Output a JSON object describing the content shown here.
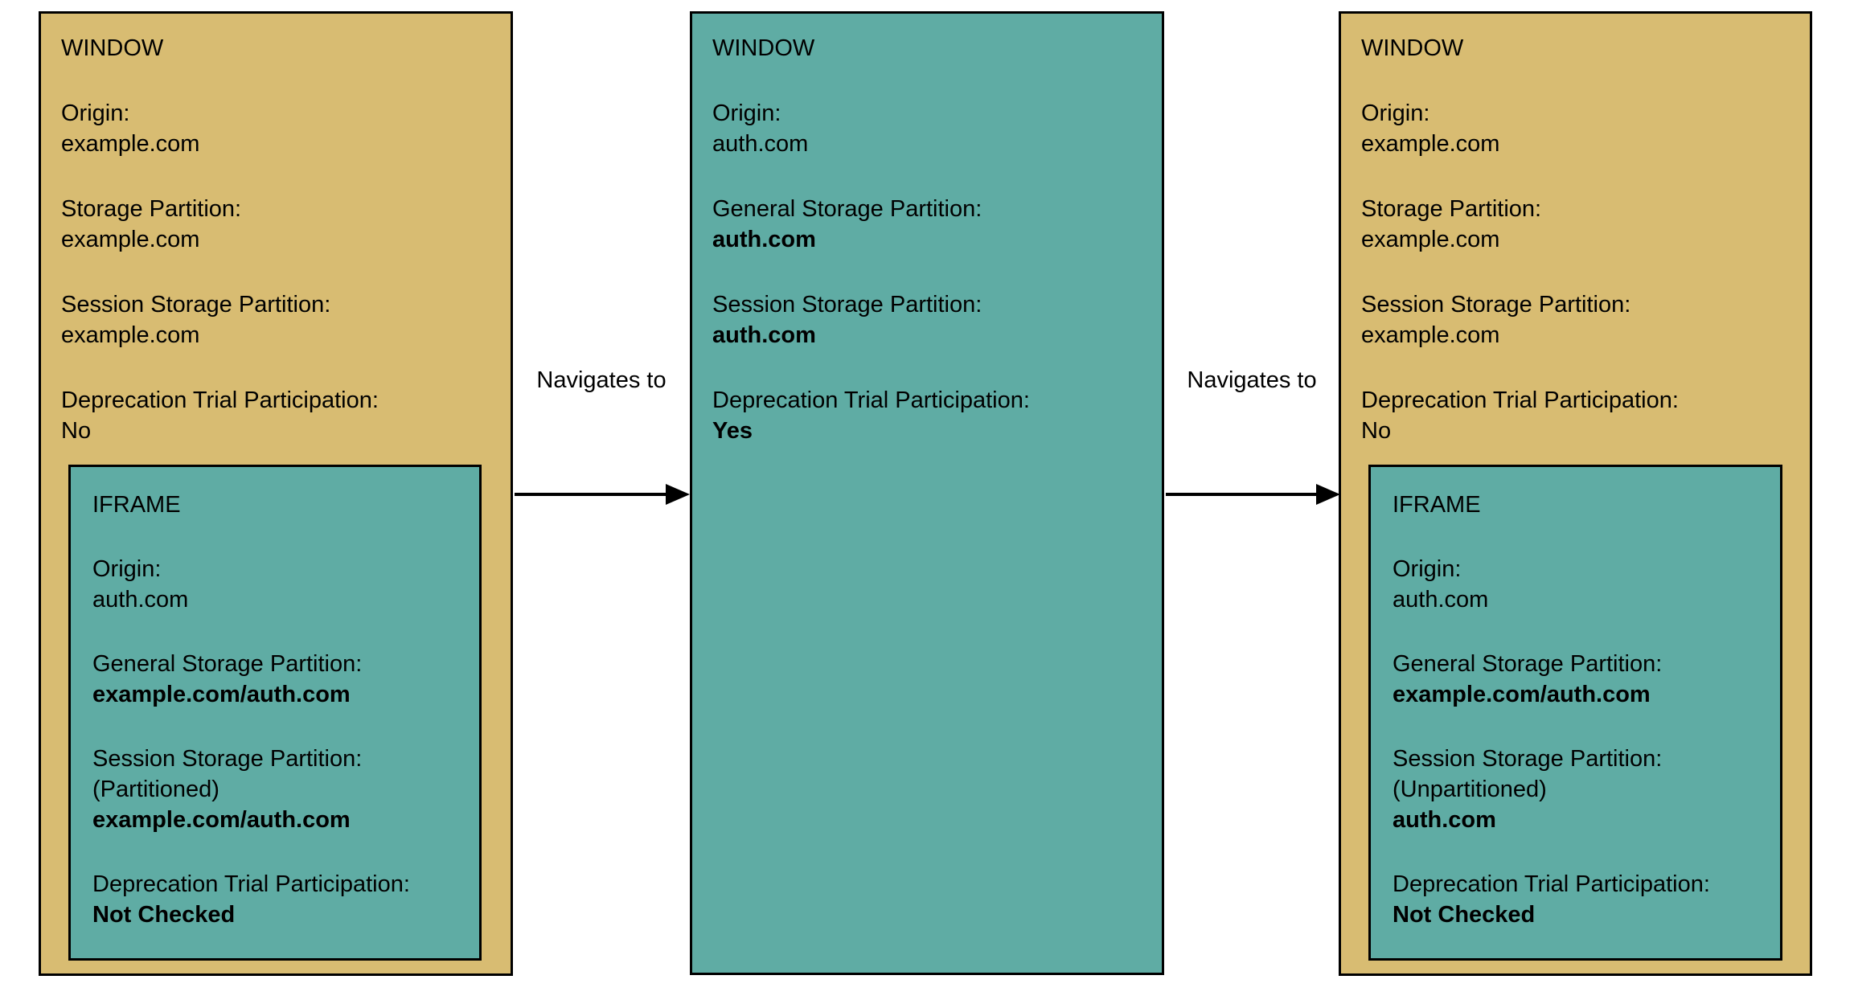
{
  "colors": {
    "window_default_fill": "#D8BC72",
    "iframe_and_auth_window_fill": "#5FACA4",
    "border": "#000000",
    "text": "#000000",
    "background": "#FFFFFF"
  },
  "arrows": [
    {
      "label": "Navigates to"
    },
    {
      "label": "Navigates to"
    }
  ],
  "boxes": [
    {
      "title": "WINDOW",
      "fields": [
        {
          "label": "Origin:",
          "lines": [
            {
              "text": "example.com",
              "bold": false
            }
          ]
        },
        {
          "label": "Storage Partition:",
          "lines": [
            {
              "text": "example.com",
              "bold": false
            }
          ]
        },
        {
          "label": "Session Storage Partition:",
          "lines": [
            {
              "text": "example.com",
              "bold": false
            }
          ]
        },
        {
          "label": "Deprecation Trial Participation:",
          "lines": [
            {
              "text": "No",
              "bold": false
            }
          ]
        }
      ],
      "iframe": {
        "title": "IFRAME",
        "fields": [
          {
            "label": "Origin:",
            "lines": [
              {
                "text": "auth.com",
                "bold": false
              }
            ]
          },
          {
            "label": "General Storage Partition:",
            "lines": [
              {
                "text": "example.com/auth.com",
                "bold": true
              }
            ]
          },
          {
            "label": "Session Storage Partition:",
            "lines": [
              {
                "text": "(Partitioned)",
                "bold": false
              },
              {
                "text": "example.com/auth.com",
                "bold": true
              }
            ]
          },
          {
            "label": "Deprecation Trial Participation:",
            "lines": [
              {
                "text": "Not Checked",
                "bold": true
              }
            ]
          }
        ]
      }
    },
    {
      "title": "WINDOW",
      "fields": [
        {
          "label": "Origin:",
          "lines": [
            {
              "text": "auth.com",
              "bold": false
            }
          ]
        },
        {
          "label": "General Storage Partition:",
          "lines": [
            {
              "text": "auth.com",
              "bold": true
            }
          ]
        },
        {
          "label": "Session Storage Partition:",
          "lines": [
            {
              "text": "auth.com",
              "bold": true
            }
          ]
        },
        {
          "label": "Deprecation Trial Participation:",
          "lines": [
            {
              "text": "Yes",
              "bold": true
            }
          ]
        }
      ]
    },
    {
      "title": "WINDOW",
      "fields": [
        {
          "label": "Origin:",
          "lines": [
            {
              "text": "example.com",
              "bold": false
            }
          ]
        },
        {
          "label": "Storage Partition:",
          "lines": [
            {
              "text": "example.com",
              "bold": false
            }
          ]
        },
        {
          "label": "Session Storage Partition:",
          "lines": [
            {
              "text": "example.com",
              "bold": false
            }
          ]
        },
        {
          "label": "Deprecation Trial Participation:",
          "lines": [
            {
              "text": "No",
              "bold": false
            }
          ]
        }
      ],
      "iframe": {
        "title": "IFRAME",
        "fields": [
          {
            "label": "Origin:",
            "lines": [
              {
                "text": "auth.com",
                "bold": false
              }
            ]
          },
          {
            "label": "General Storage Partition:",
            "lines": [
              {
                "text": "example.com/auth.com",
                "bold": true
              }
            ]
          },
          {
            "label": "Session Storage Partition:",
            "lines": [
              {
                "text": "(Unpartitioned)",
                "bold": false
              },
              {
                "text": "auth.com",
                "bold": true
              }
            ]
          },
          {
            "label": "Deprecation Trial Participation:",
            "lines": [
              {
                "text": "Not Checked",
                "bold": true
              }
            ]
          }
        ]
      }
    }
  ]
}
